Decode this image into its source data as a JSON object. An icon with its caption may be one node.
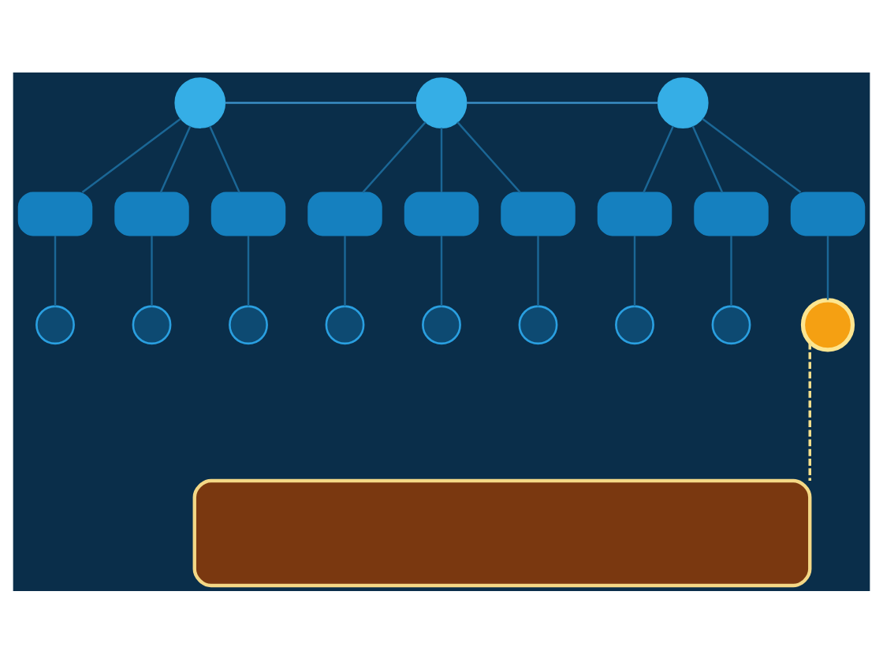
{
  "diagram": {
    "nodes": [
      {
        "text": [],
        "shape": "circle"
      },
      {
        "text": [],
        "shape": "circle"
      },
      {
        "text": [],
        "shape": "circle"
      },
      {
        "text": [],
        "shape": "box"
      },
      {
        "text": [],
        "shape": "box"
      },
      {
        "text": [],
        "shape": "box"
      },
      {
        "text": [],
        "shape": "box"
      },
      {
        "text": [],
        "shape": "box"
      },
      {
        "text": [],
        "shape": "box"
      },
      {
        "text": [],
        "shape": "box"
      },
      {
        "text": [],
        "shape": "box"
      },
      {
        "text": [],
        "shape": "box"
      },
      {
        "text": [],
        "shape": "circle"
      },
      {
        "text": [],
        "shape": "circle"
      },
      {
        "text": [],
        "shape": "circle"
      },
      {
        "text": [],
        "shape": "circle"
      },
      {
        "text": [],
        "shape": "circle"
      },
      {
        "text": [],
        "shape": "circle"
      },
      {
        "text": [],
        "shape": "circle"
      },
      {
        "text": [],
        "shape": "circle"
      },
      {
        "text": [],
        "shape": "circle"
      },
      {
        "text": [],
        "shape": "pill"
      }
    ],
    "edges": [
      {
        "from": 0,
        "to": 1,
        "arrow": "none",
        "color": "#3a8ec6"
      },
      {
        "from": 1,
        "to": 2,
        "arrow": "none",
        "color": "#3a8ec6"
      },
      {
        "from": 0,
        "to": 3,
        "arrow": "none"
      },
      {
        "from": 0,
        "to": 4,
        "arrow": "none"
      },
      {
        "from": 0,
        "to": 5,
        "arrow": "none"
      },
      {
        "from": 1,
        "to": 6,
        "arrow": "none"
      },
      {
        "from": 1,
        "to": 7,
        "arrow": "none"
      },
      {
        "from": 1,
        "to": 8,
        "arrow": "none"
      },
      {
        "from": 2,
        "to": 9,
        "arrow": "none"
      },
      {
        "from": 2,
        "to": 10,
        "arrow": "none"
      },
      {
        "from": 2,
        "to": 11,
        "arrow": "none"
      },
      {
        "from": 3,
        "to": 12,
        "arrow": "none"
      },
      {
        "from": 4,
        "to": 13,
        "arrow": "none"
      },
      {
        "from": 5,
        "to": 14,
        "arrow": "none"
      },
      {
        "from": 6,
        "to": 15,
        "arrow": "none"
      },
      {
        "from": 7,
        "to": 16,
        "arrow": "none"
      },
      {
        "from": 8,
        "to": 17,
        "arrow": "none"
      },
      {
        "from": 9,
        "to": 18,
        "arrow": "none"
      },
      {
        "from": 10,
        "to": 19,
        "arrow": "none"
      },
      {
        "from": 11,
        "to": 20,
        "arrow": "none"
      },
      {
        "from": 20,
        "to": 21,
        "arrow": "none",
        "style": "dashed",
        "color": "#f4df8c"
      }
    ]
  }
}
